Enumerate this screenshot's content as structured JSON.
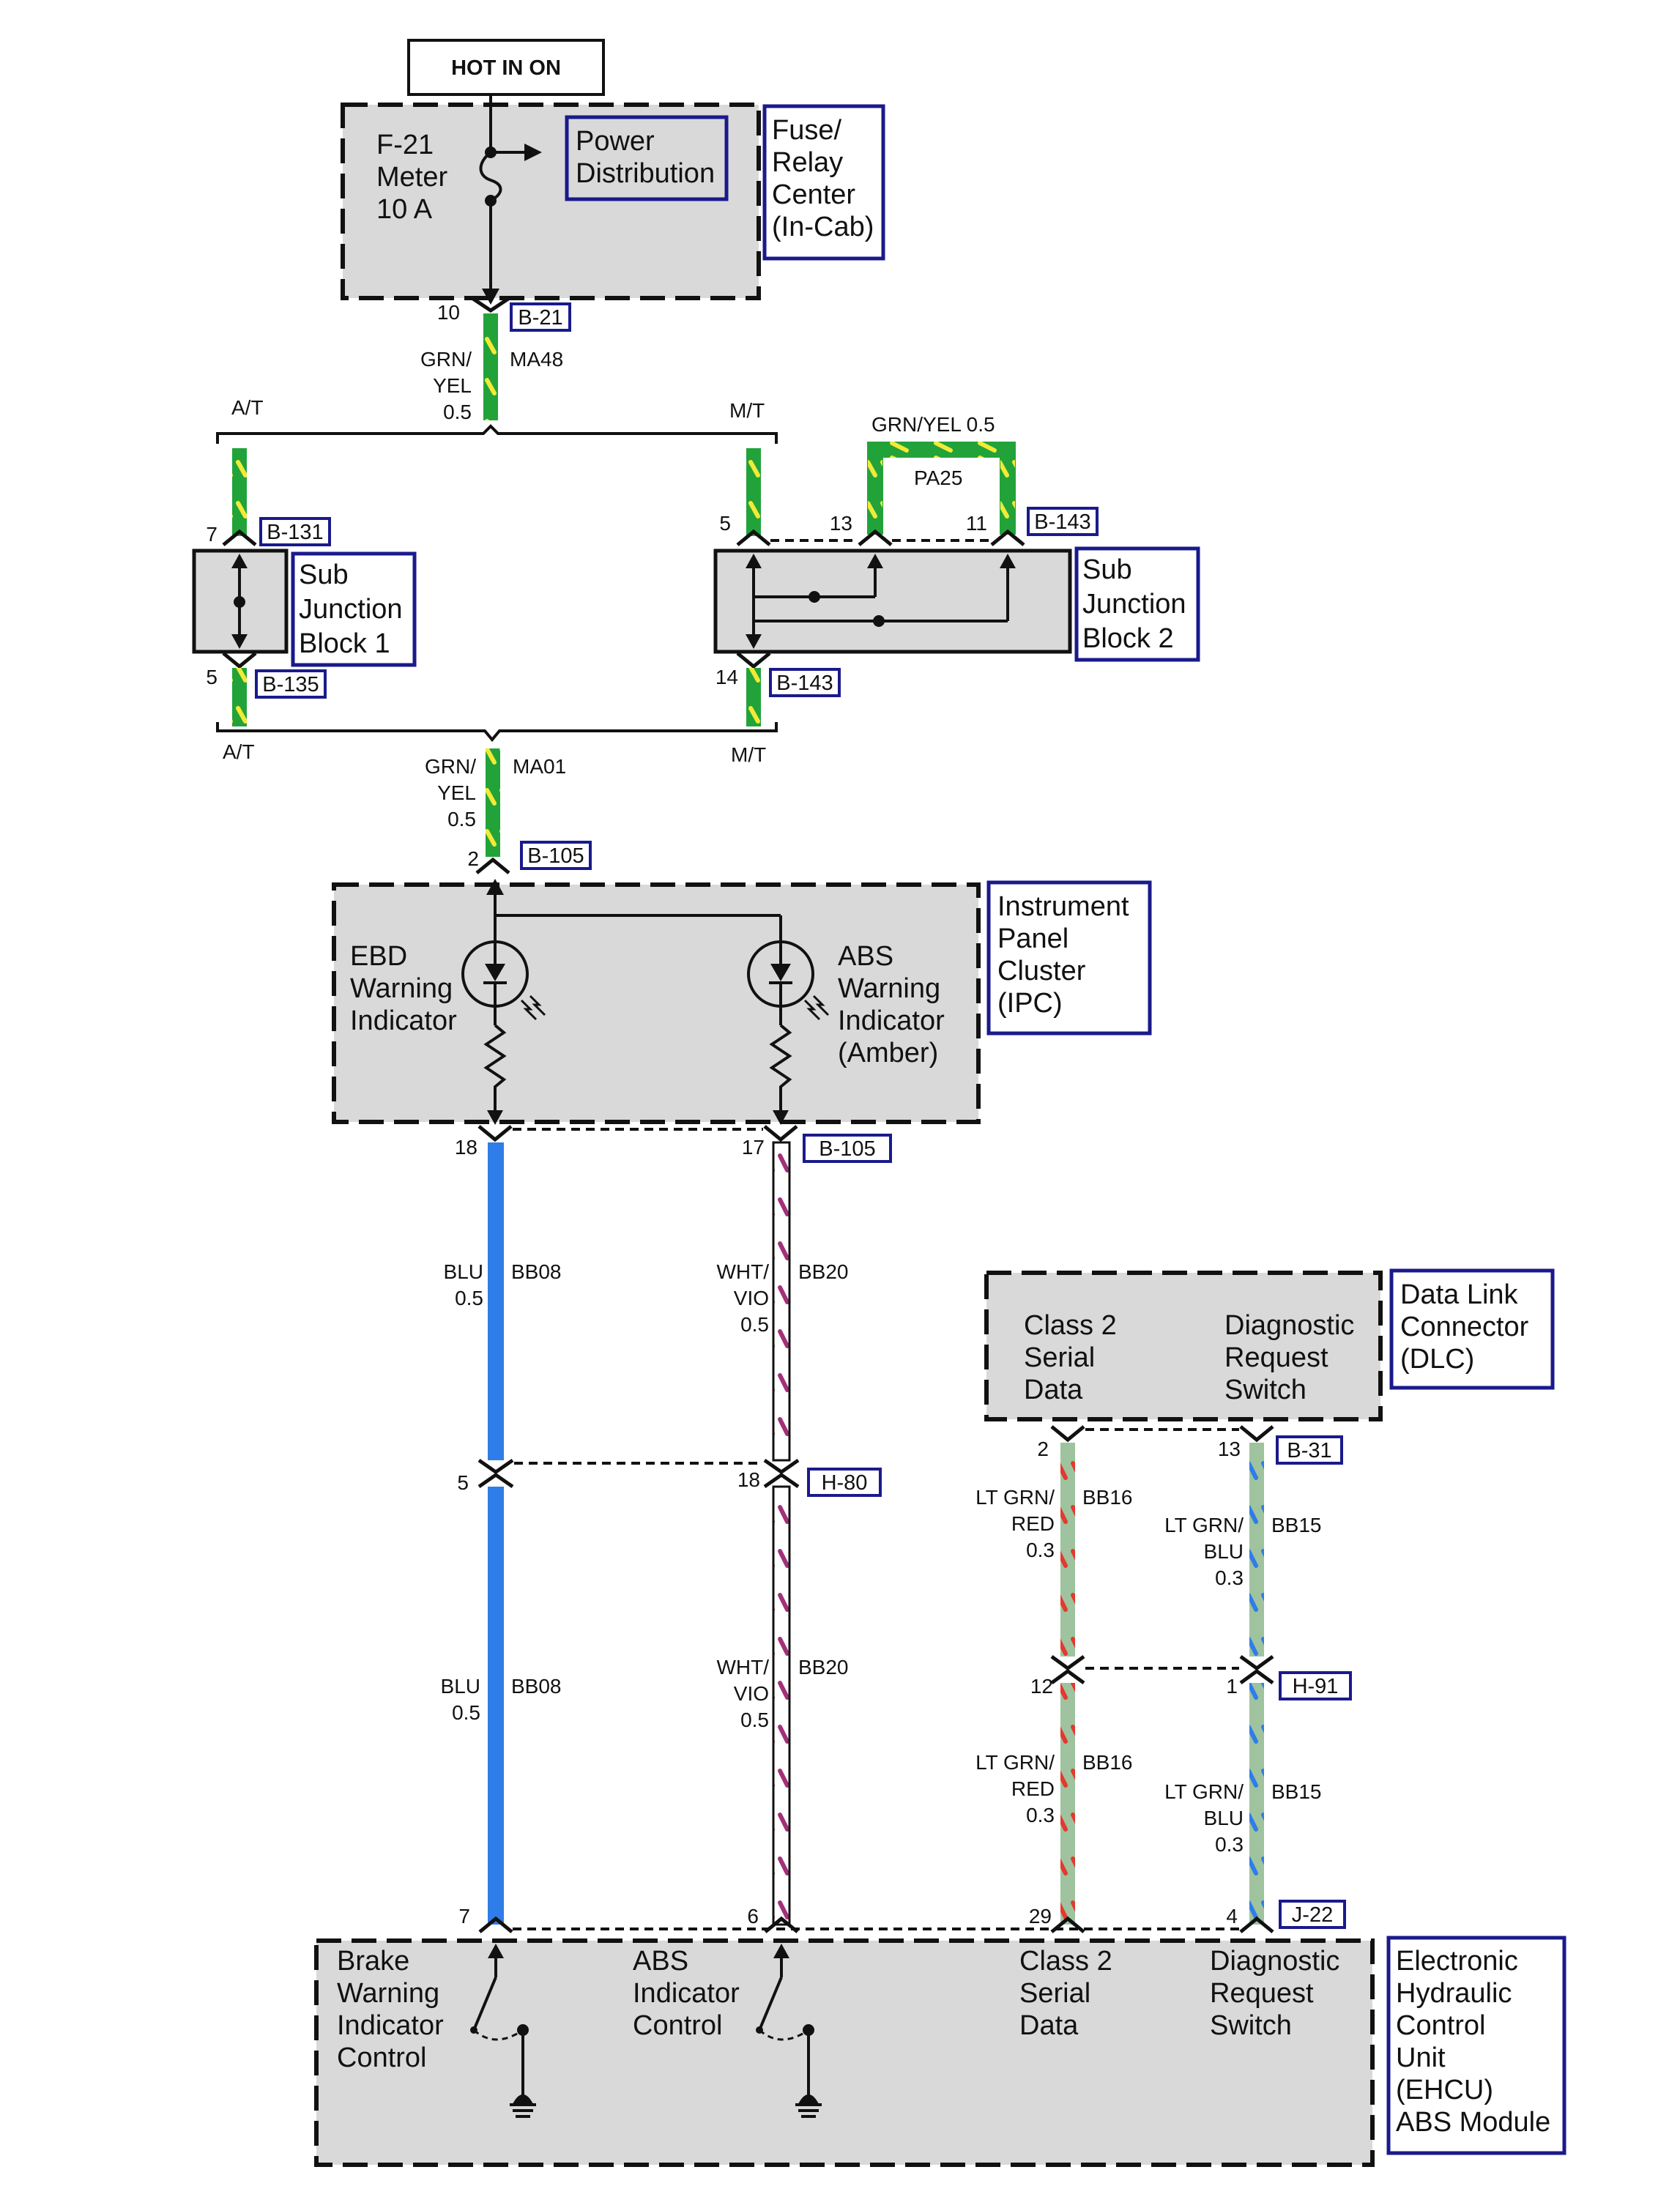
{
  "colors": {
    "green": "#22a33a",
    "yellow": "#f2ea37",
    "blue": "#2f7de8",
    "magenta": "#a3307a",
    "light_green": "#9ec39e",
    "red": "#e23a2e",
    "light_blue": "#2f7de8",
    "box_fill": "#d9d9d9",
    "navy": "#1a1a8c"
  },
  "hot_label": "HOT IN ON",
  "fuse": {
    "name_lines": [
      "F-21",
      "Meter",
      "10 A"
    ],
    "power_distribution_lines": [
      "Power",
      "Distribution"
    ],
    "component_lines": [
      "Fuse/",
      "Relay",
      "Center",
      "(In-Cab)"
    ]
  },
  "connectors": {
    "b21": {
      "tag": "B-21",
      "pin": "10"
    },
    "b131": {
      "tag": "B-131",
      "pin": "7"
    },
    "b135": {
      "tag": "B-135",
      "pin": "5"
    },
    "b143_top": {
      "tag": "B-143",
      "pins": [
        "5",
        "13",
        "11"
      ]
    },
    "b143_bot": {
      "tag": "B-143",
      "pin": "14"
    },
    "b105_top": {
      "tag": "B-105",
      "pin": "2"
    },
    "b105_bot": {
      "tag": "B-105",
      "pins": [
        "18",
        "17"
      ]
    },
    "h80": {
      "tag": "H-80",
      "pins": [
        "5",
        "18"
      ]
    },
    "b31": {
      "tag": "B-31",
      "pins": [
        "2",
        "13"
      ]
    },
    "h91": {
      "tag": "H-91",
      "pins": [
        "12",
        "1"
      ]
    },
    "j22": {
      "tag": "J-22",
      "pins": [
        "7",
        "6",
        "29",
        "4"
      ]
    }
  },
  "wires": {
    "ma48": {
      "color_lines": [
        "GRN/",
        "YEL",
        "0.5"
      ],
      "circuit": "MA48"
    },
    "pa25": {
      "label": "GRN/YEL 0.5",
      "circuit": "PA25"
    },
    "ma01": {
      "color_lines": [
        "GRN/",
        "YEL",
        "0.5"
      ],
      "circuit": "MA01"
    },
    "bb08": {
      "color_lines": [
        "BLU",
        "0.5"
      ],
      "circuit": "BB08"
    },
    "bb20": {
      "color_lines": [
        "WHT/",
        "VIO",
        "0.5"
      ],
      "circuit": "BB20"
    },
    "bb16": {
      "color_lines": [
        "LT GRN/",
        "RED",
        "0.3"
      ],
      "circuit": "BB16"
    },
    "bb15": {
      "color_lines": [
        "LT GRN/",
        "BLU",
        "0.3"
      ],
      "circuit": "BB15"
    }
  },
  "transmission": {
    "at": "A/T",
    "mt": "M/T"
  },
  "sub_junction_1": {
    "lines": [
      "Sub",
      "Junction",
      "Block 1"
    ]
  },
  "sub_junction_2": {
    "lines": [
      "Sub",
      "Junction",
      "Block 2"
    ]
  },
  "ipc": {
    "component_lines": [
      "Instrument",
      "Panel",
      "Cluster",
      "(IPC)"
    ],
    "ebd_lines": [
      "EBD",
      "Warning",
      "Indicator"
    ],
    "abs_lines": [
      "ABS",
      "Warning",
      "Indicator",
      "(Amber)"
    ]
  },
  "dlc": {
    "component_lines": [
      "Data Link",
      "Connector",
      "(DLC)"
    ],
    "class2_lines": [
      "Class 2",
      "Serial",
      "Data"
    ],
    "diag_lines": [
      "Diagnostic",
      "Request",
      "Switch"
    ]
  },
  "ehcu": {
    "component_lines": [
      "Electronic",
      "Hydraulic",
      "Control",
      "Unit",
      "(EHCU)",
      "ABS Module"
    ],
    "brake_lines": [
      "Brake",
      "Warning",
      "Indicator",
      "Control"
    ],
    "abs_lines": [
      "ABS",
      "Indicator",
      "Control"
    ],
    "class2_lines": [
      "Class 2",
      "Serial",
      "Data"
    ],
    "diag_lines": [
      "Diagnostic",
      "Request",
      "Switch"
    ]
  }
}
